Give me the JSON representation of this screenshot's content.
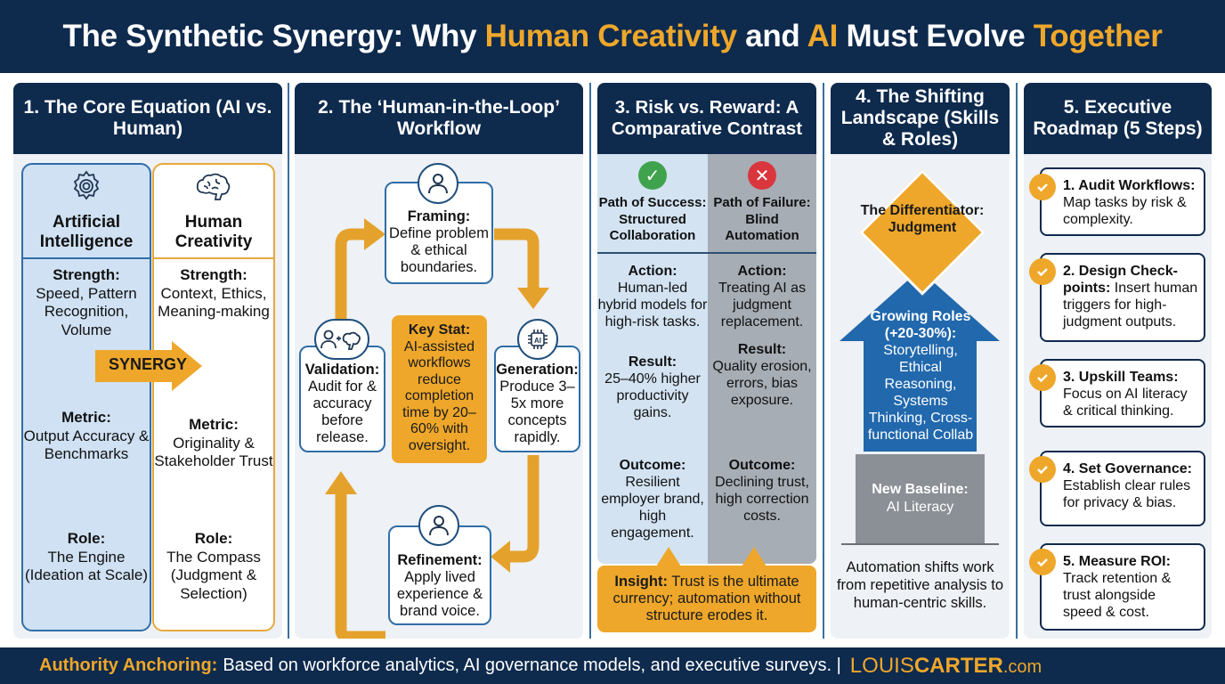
{
  "header": {
    "title_parts": [
      "The Synthetic Synergy: Why ",
      "Human Creativity",
      " and ",
      "AI",
      " Must Evolve ",
      "Together"
    ]
  },
  "colors": {
    "navy": "#0e2a4d",
    "accent_orange": "#eea72a",
    "blue": "#2f6ea7",
    "light_blue": "#cfe1f3",
    "gray": "#a7adb5",
    "success_green": "#3fa34d",
    "failure_red": "#d9363e"
  },
  "col1": {
    "title": "1. The Core Equation (AI vs. Human)",
    "ai": {
      "icon": "gear-icon",
      "title": "Artificial Intelligence",
      "strength_label": "Strength:",
      "strength": "Speed, Pattern Recognition, Volume",
      "metric_label": "Metric:",
      "metric": "Output Accuracy & Benchmarks",
      "role_label": "Role:",
      "role": "The Engine (Ideation at Scale)"
    },
    "human": {
      "icon": "brain-icon",
      "title": "Human Creativity",
      "strength_label": "Strength:",
      "strength": "Context, Ethics, Meaning-making",
      "metric_label": "Metric:",
      "metric": "Originality & Stakeholder Trust",
      "role_label": "Role:",
      "role": "The Compass (Judgment & Selection)"
    },
    "synergy_label": "SYNERGY"
  },
  "col2": {
    "title": "2. The ‘Human-in-the-Loop’ Workflow",
    "framing": {
      "icon": "person-icon",
      "label": "Framing:",
      "text": "Define problem & ethical boundaries."
    },
    "generation": {
      "icon": "ai-chip-icon",
      "label": "Generation:",
      "text": "Produce 3–5x more concepts rapidly."
    },
    "refinement": {
      "icon": "person-icon",
      "label": "Refinement:",
      "text": "Apply lived experience & brand voice."
    },
    "validation": {
      "icon": "person-plus-brain-icon",
      "label": "Validation:",
      "text": "Audit for & accuracy before release."
    },
    "key_stat": {
      "label": "Key Stat:",
      "text": "AI-assisted workflows reduce completion time by 20–60% with oversight."
    }
  },
  "col3": {
    "title": "3. Risk vs. Reward: A Comparative Contrast",
    "success": {
      "icon": "check-circle-icon",
      "title": "Path of Success: Structured Collaboration",
      "action_label": "Action:",
      "action": "Human-led hybrid models for high-risk tasks.",
      "result_label": "Result:",
      "result": "25–40% higher productivity gains.",
      "outcome_label": "Outcome:",
      "outcome": "Resilient employer brand, high engagement."
    },
    "failure": {
      "icon": "x-circle-icon",
      "title": "Path of Failure: Blind Automation",
      "action_label": "Action:",
      "action": "Treating AI as judgment replacement.",
      "result_label": "Result:",
      "result": "Quality erosion, errors, bias exposure.",
      "outcome_label": "Outcome:",
      "outcome": "Declining trust, high correction costs."
    },
    "insight_label": "Insight:",
    "insight": "Trust is the ultimate currency; automation without structure erodes it."
  },
  "col4": {
    "title": "4. The Shifting Landscape (Skills & Roles)",
    "differentiator": "The Differentiator: Judgment",
    "growing_label": "Growing Roles (+20-30%):",
    "growing": "Storytelling, Ethical Reasoning, Systems Thinking, Cross-functional Collab",
    "baseline_label": "New Baseline:",
    "baseline": "AI Literacy",
    "caption": "Automation shifts work from repetitive analysis to human-centric skills."
  },
  "col5": {
    "title": "5. Executive Roadmap (5 Steps)",
    "steps": [
      {
        "label": "1. Audit Workflows:",
        "text": "Map tasks by risk & complexity."
      },
      {
        "label": "2. Design Check-points:",
        "text": "Insert human triggers for high-judgment outputs."
      },
      {
        "label": "3. Upskill Teams:",
        "text": "Focus on AI literacy & critical thinking."
      },
      {
        "label": "4. Set Governance:",
        "text": "Establish clear rules for privacy & bias."
      },
      {
        "label": "5. Measure ROI:",
        "text": "Track retention & trust alongside speed & cost."
      }
    ]
  },
  "footer": {
    "label": "Authority Anchoring:",
    "text": "Based on workforce analytics, AI governance models, and executive surveys. |",
    "brand_light": "LOUIS",
    "brand_bold": "CARTER",
    "brand_tld": ".com"
  }
}
